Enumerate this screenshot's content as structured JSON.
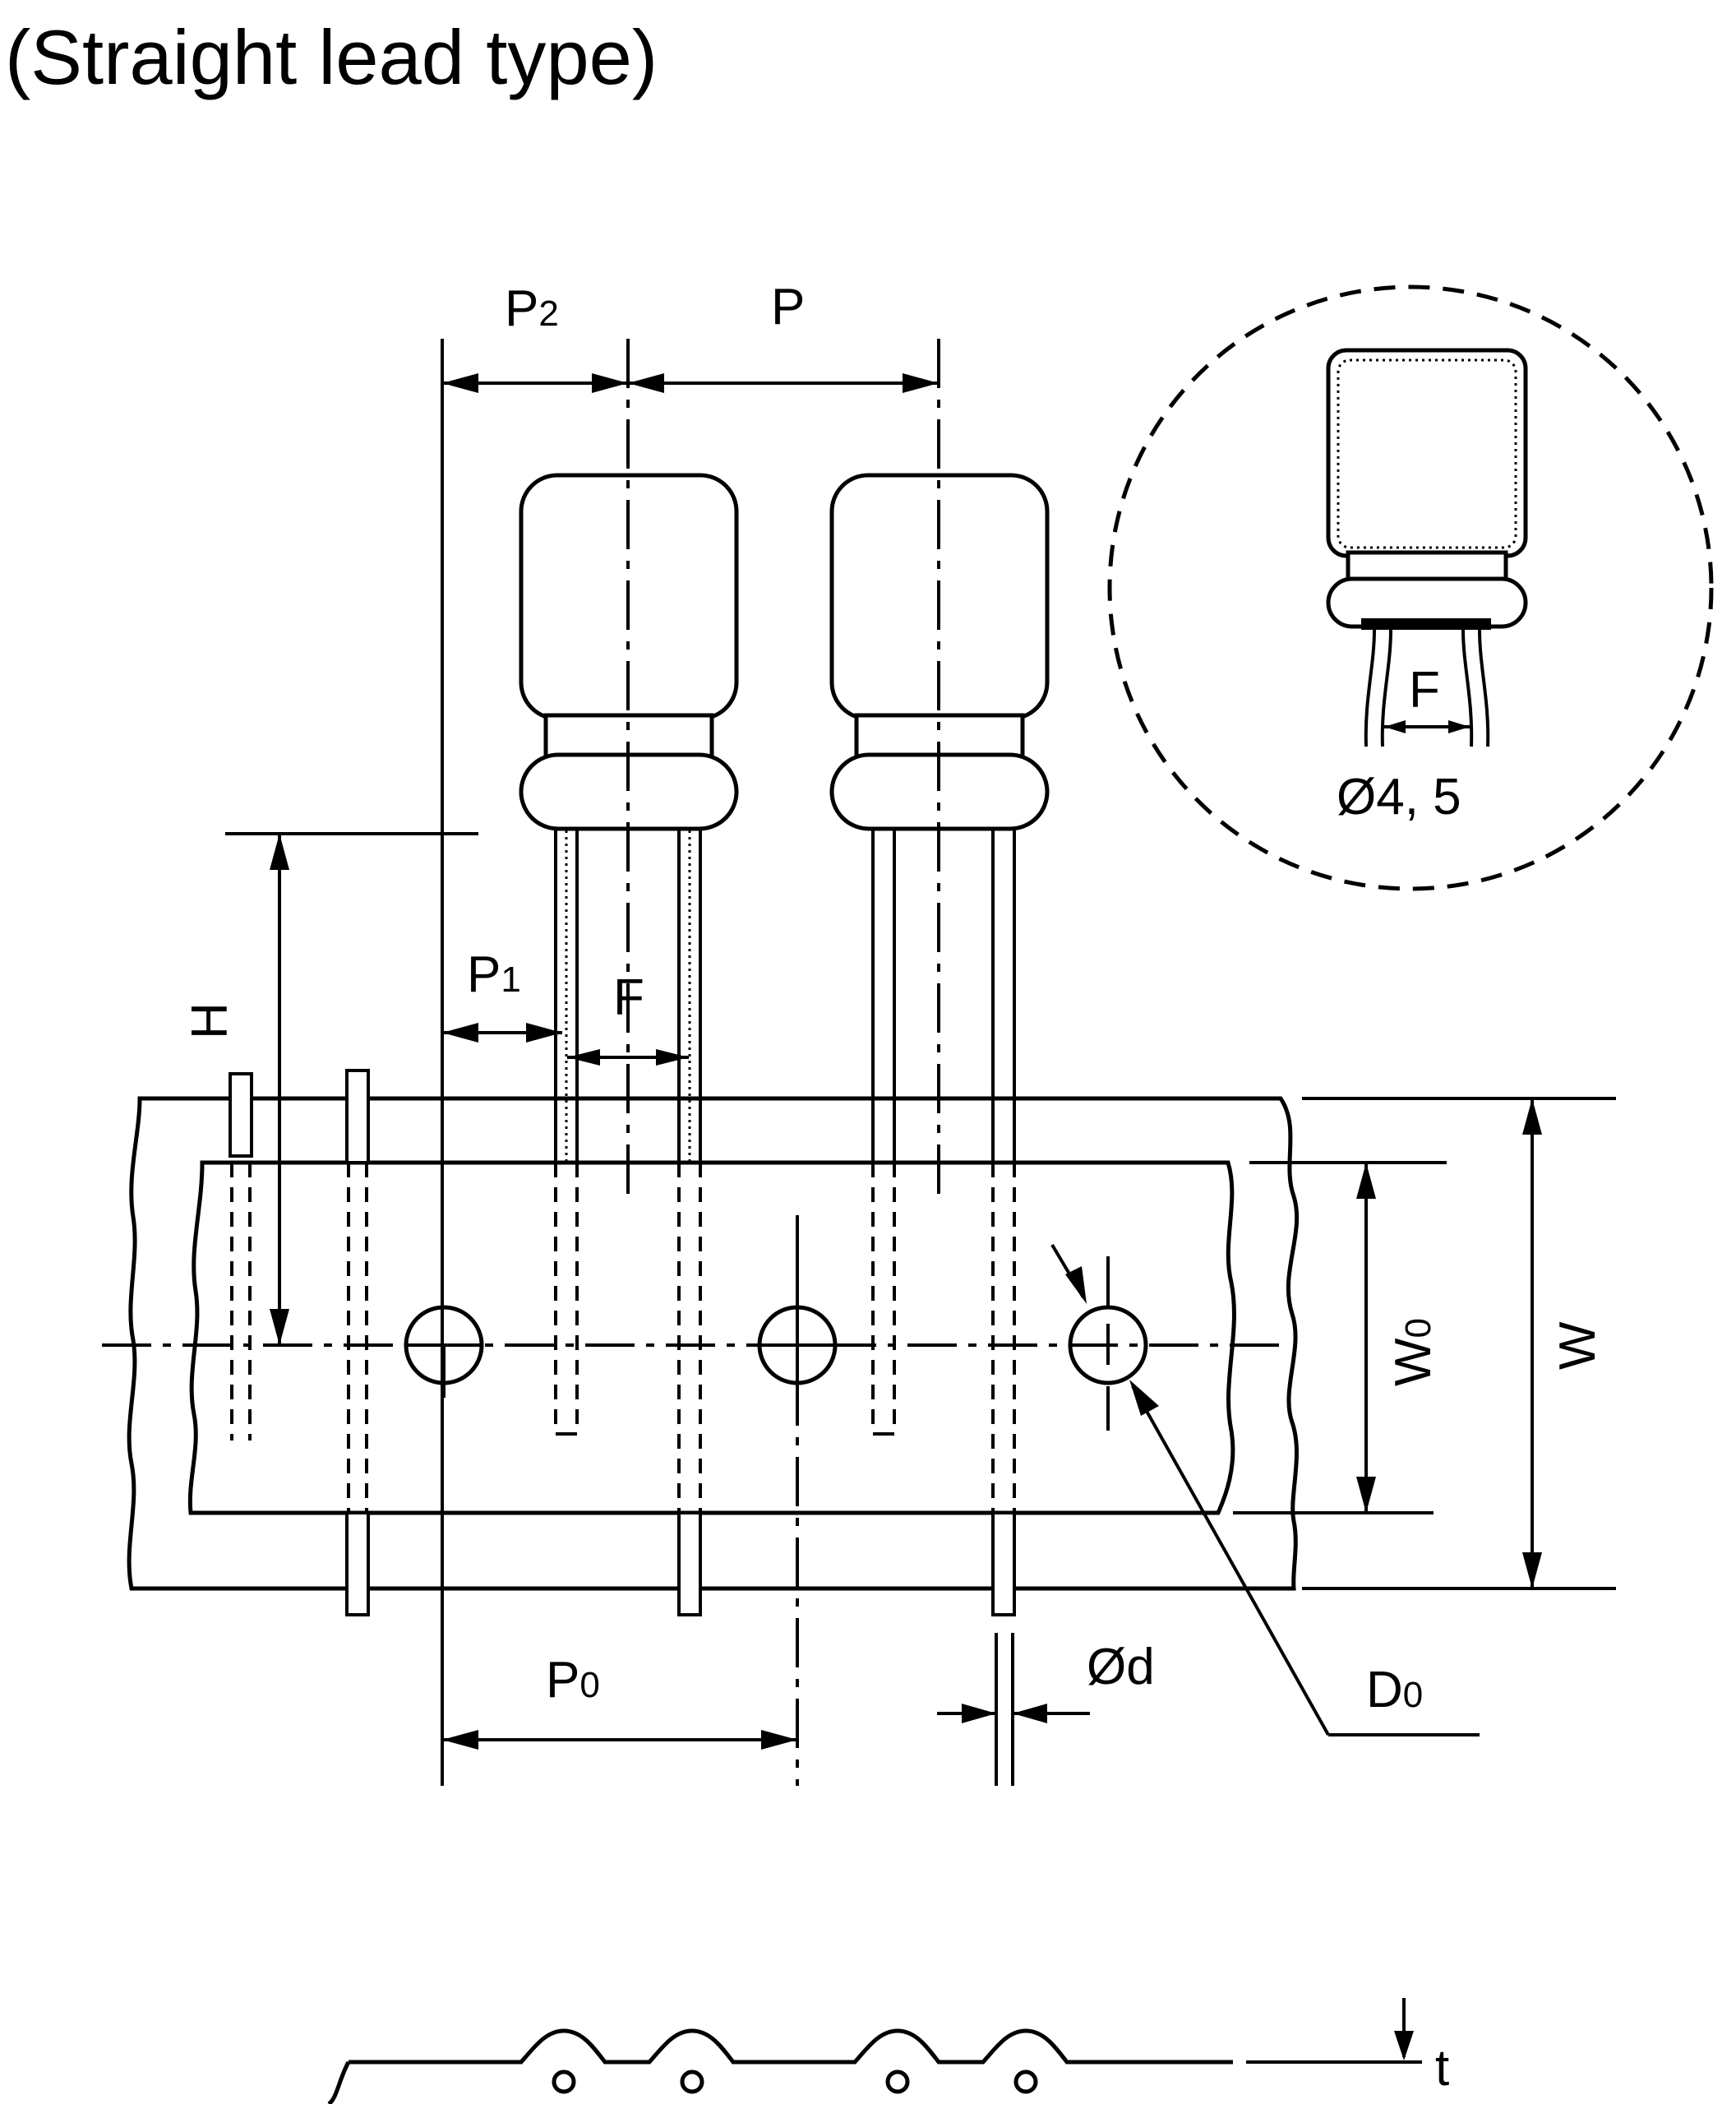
{
  "title": "(Straight lead type)",
  "labels": {
    "p2_main": "P",
    "p2_sub": "2",
    "p": "P",
    "p1_main": "P",
    "p1_sub": "1",
    "f_main": "F",
    "h": "H",
    "w0_main": "W",
    "w0_sub": "0",
    "w": "W",
    "p0_main": "P",
    "p0_sub": "0",
    "d_lead": "Ød",
    "d0_main": "D",
    "d0_sub": "0",
    "t": "t",
    "detail_f": "F",
    "detail_dia": "Ø4, 5"
  }
}
